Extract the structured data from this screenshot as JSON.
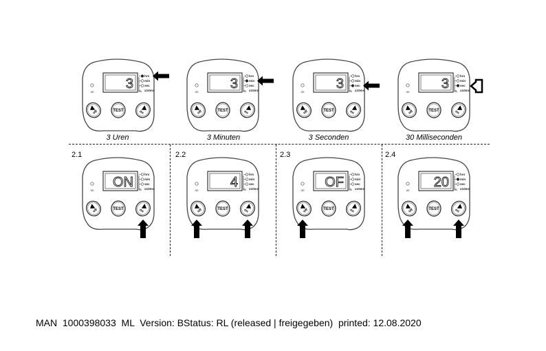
{
  "captions": [
    "3 Uren",
    "3 Minuten",
    "3 Seconden",
    "30 Milliseconden"
  ],
  "steps": [
    "2.1",
    "2.2",
    "2.3",
    "2.4"
  ],
  "device": {
    "led_label": "on",
    "units": [
      "hrs",
      "min",
      "sec",
      "x10ms"
    ],
    "buttons": {
      "off": "off",
      "test": "TEST",
      "on": "on"
    }
  },
  "top_row": [
    {
      "display": "3",
      "active_unit": 0
    },
    {
      "display": "3",
      "active_unit": 1
    },
    {
      "display": "3",
      "active_unit": 2
    },
    {
      "display": "3",
      "active_unit": 2
    }
  ],
  "bottom_row": [
    {
      "display": "ON",
      "active_unit": -1
    },
    {
      "display": "4",
      "active_unit": -1
    },
    {
      "display": "OF",
      "active_unit": -1
    },
    {
      "display": "20",
      "active_unit": 1
    }
  ],
  "footer": "MAN  1000398033  ML  Version: BStatus: RL (released | freigegeben)  printed: 12.08.2020"
}
